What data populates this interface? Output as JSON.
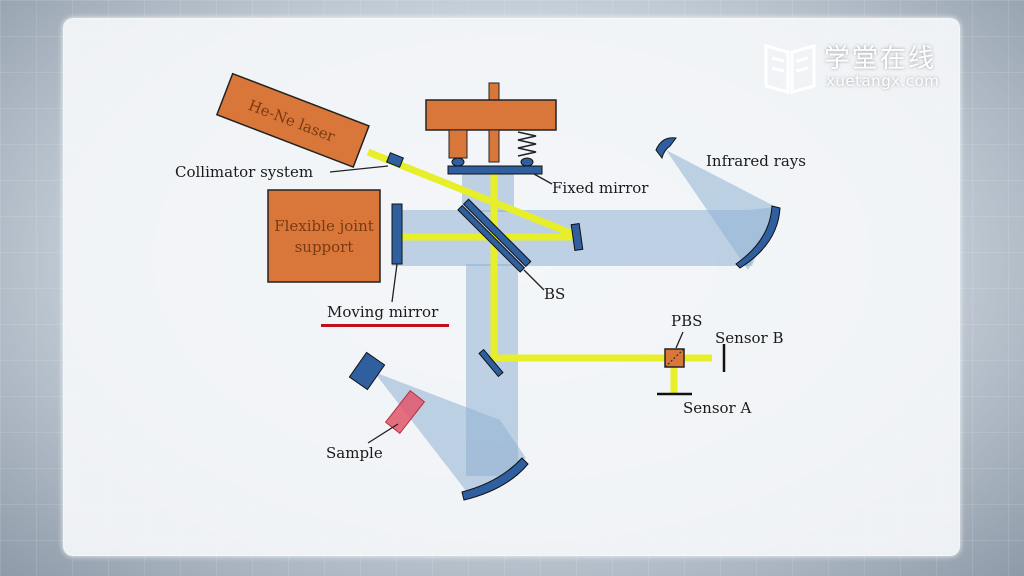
{
  "brand": {
    "name_cn": "学堂在线",
    "name_en": "xuetangx.com",
    "icon": "book-logo-icon"
  },
  "labels": {
    "laser": "He-Ne laser",
    "collimator": "Collimator system",
    "fixed_mirror": "Fixed mirror",
    "infrared": "Infrared rays",
    "flex_line1": "Flexible joint",
    "flex_line2": "support",
    "moving_mirror": "Moving mirror",
    "bs": "BS",
    "pbs": "PBS",
    "sensor_b": "Sensor B",
    "sensor_a": "Sensor A",
    "sample": "Sample"
  },
  "colors": {
    "laser_beam": "#e6ef2a",
    "ir_beam": "#8fb0d4",
    "component_orange": "#d9773a",
    "mirror_blue": "#2f5f9e",
    "sample_red": "#e0566b",
    "underline_red": "#c0101a"
  }
}
